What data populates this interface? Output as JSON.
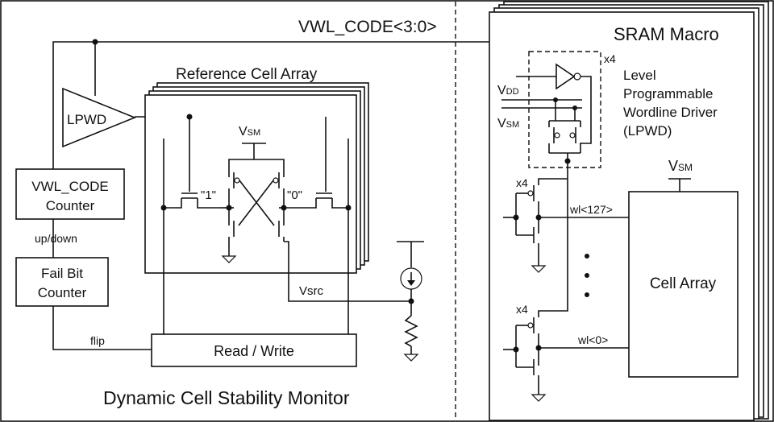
{
  "bus_label": "VWL_CODE<3:0>",
  "monitor": {
    "title": "Dynamic Cell Stability Monitor",
    "lpwd_label": "LPWD",
    "counter_line1": "VWL_CODE",
    "counter_line2": "Counter",
    "up_down_label": "up/down",
    "fail_line1": "Fail Bit",
    "fail_line2": "Counter",
    "flip_label": "flip",
    "rw_label": "Read / Write",
    "ref_array_label": "Reference Cell Array",
    "vsm_base": "V",
    "vsm_sub": "SM",
    "node_one": "\"1\"",
    "node_zero": "\"0\"",
    "vsrc_label": "Vsrc"
  },
  "macro": {
    "title": "SRAM Macro",
    "x4_top": "x4",
    "lpwd_line1": "Level",
    "lpwd_line2": "Programmable",
    "lpwd_line3": "Wordline Driver",
    "lpwd_line4": "(LPWD)",
    "vdd_base": "V",
    "vdd_sub": "DD",
    "vsm_base": "V",
    "vsm_sub": "SM",
    "x4_upper": "x4",
    "x4_lower": "x4",
    "wl_top": "wl<127>",
    "wl_bottom": "wl<0>",
    "vsm_array_base": "V",
    "vsm_array_sub": "SM",
    "cell_array_label": "Cell Array"
  }
}
